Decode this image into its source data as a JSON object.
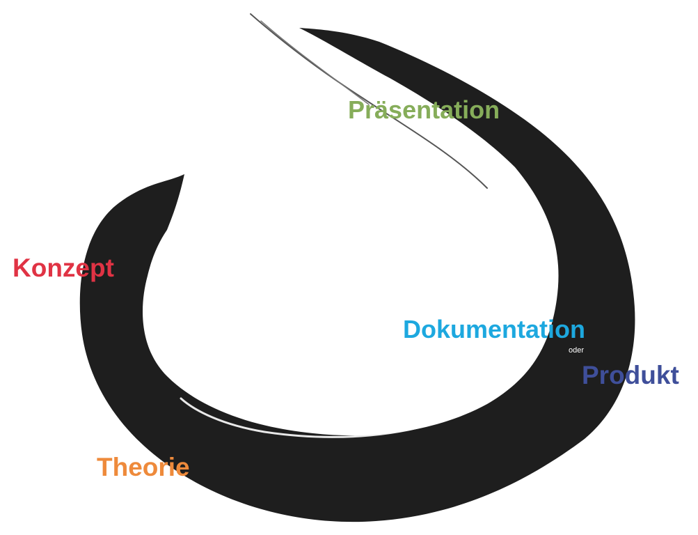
{
  "labels": {
    "praesentation": "Präsentation",
    "konzept": "Konzept",
    "dokumentation": "Dokumentation",
    "oder": "oder",
    "produkt": "Produkt",
    "theorie": "Theorie"
  },
  "colors": {
    "praesentation": "#86ad5a",
    "konzept": "#e03344",
    "dokumentation": "#1da8df",
    "oder": "#ffffff",
    "produkt": "#3f4f9a",
    "theorie": "#ee8a3b",
    "brush": "#1e1e1e",
    "background": "#ffffff"
  }
}
